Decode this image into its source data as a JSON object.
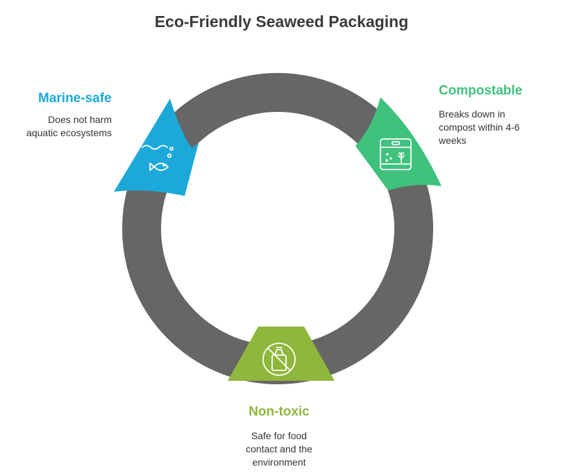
{
  "title": "Eco-Friendly Seaweed Packaging",
  "colors": {
    "ring": "#666666",
    "marine": "#1ca9d9",
    "compost": "#3ec27c",
    "nontoxic": "#8fb73c",
    "title": "#3a3a3a"
  },
  "items": [
    {
      "key": "marine",
      "label": "Marine-safe",
      "description_lines": [
        "Does not harm",
        "aquatic ecosystems"
      ],
      "icon": "fish-in-water-icon"
    },
    {
      "key": "compost",
      "label": "Compostable",
      "description_lines": [
        "Breaks down in",
        "compost within 4-6",
        "weeks"
      ],
      "icon": "compost-bin-icon"
    },
    {
      "key": "nontoxic",
      "label": "Non-toxic",
      "description_lines": [
        "Safe for food",
        "contact and the",
        "environment"
      ],
      "icon": "no-bottle-icon"
    }
  ]
}
